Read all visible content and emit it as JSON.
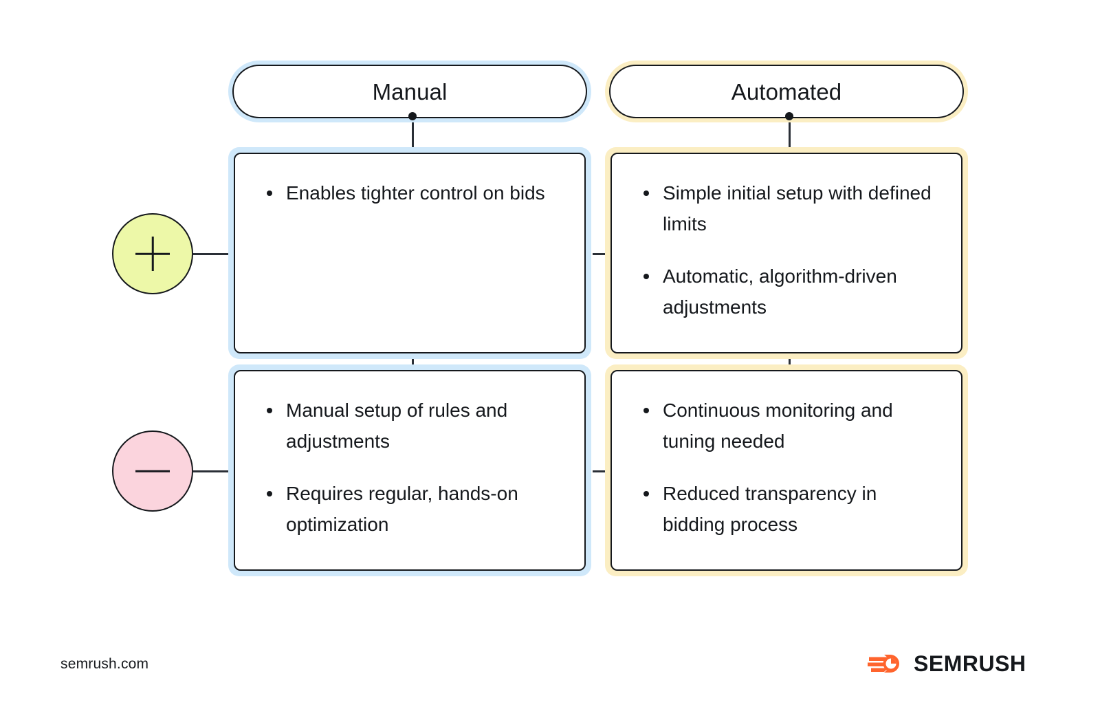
{
  "columns": [
    {
      "id": "manual",
      "title": "Manual",
      "accent_color": "#cfe8fa",
      "pros": [
        "Enables tighter control on bids"
      ],
      "cons": [
        "Manual setup of rules and adjustments",
        "Requires regular, hands-on optimization"
      ]
    },
    {
      "id": "automated",
      "title": "Automated",
      "accent_color": "#fbeec3",
      "pros": [
        "Simple initial setup with defined limits",
        "Automatic, algorithm-driven adjustments"
      ],
      "cons": [
        "Continuous monitoring and tuning needed",
        "Reduced transparency in bidding process"
      ]
    }
  ],
  "badges": {
    "positive": {
      "symbol": "plus",
      "fill": "#edf8a8"
    },
    "negative": {
      "symbol": "minus",
      "fill": "#fbd4dd"
    }
  },
  "footer": {
    "site_url": "semrush.com",
    "brand_name": "SEMRUSH",
    "brand_color": "#ff642d"
  }
}
